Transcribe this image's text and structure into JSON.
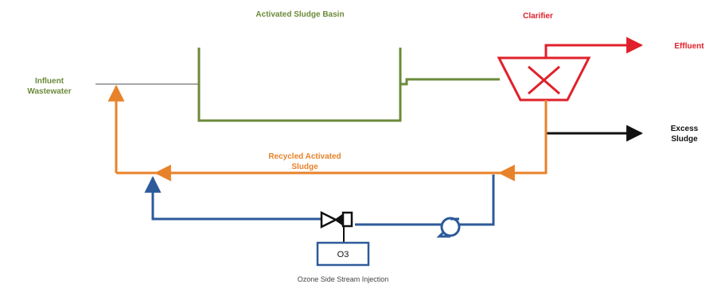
{
  "labels": {
    "basin": "Activated Sludge Basin",
    "clarifier": "Clarifier",
    "effluent": "Effluent",
    "influent_line1": "Influent",
    "influent_line2": "Wastewater",
    "excess_line1": "Excess",
    "excess_line2": "Sludge",
    "recycled_line1": "Recycled Activated",
    "recycled_line2": "Sludge",
    "ozone_box": "O3",
    "ozone_caption": "Ozone Side Stream Injection"
  },
  "colors": {
    "basin": "#6b8a3a",
    "clarifier": "#e0202a",
    "recycle": "#e8822a",
    "ozone_loop": "#2d5a9a",
    "sludge": "#111111",
    "caption": "#444444"
  },
  "icons": {
    "pump": "pump-icon",
    "valve": "valve-icon",
    "clarifier": "clarifier-icon"
  }
}
